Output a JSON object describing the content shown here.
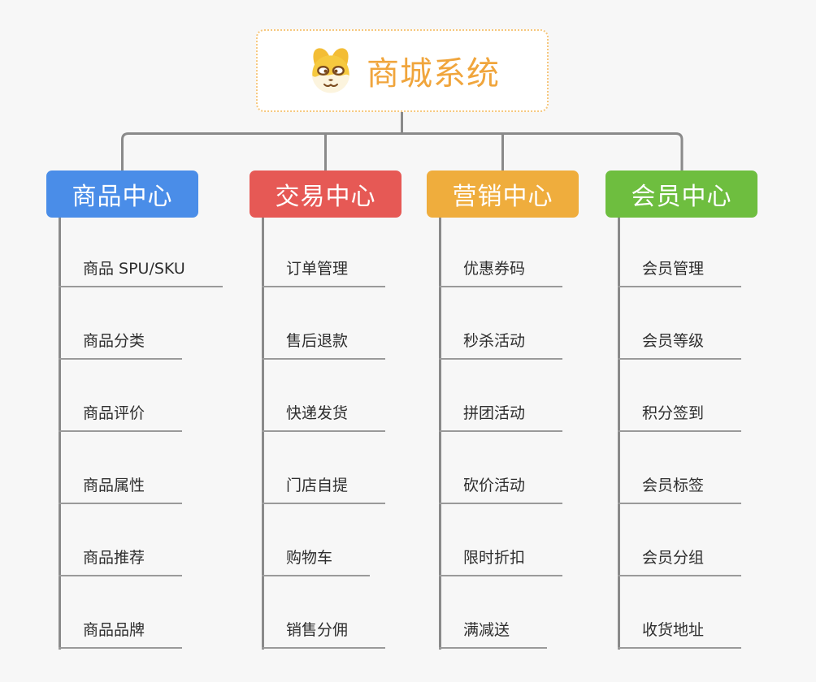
{
  "root": {
    "title": "商城系统",
    "title_color": "#f0a53c",
    "icon": "doge-icon"
  },
  "connector_color": "#8a8a8a",
  "columns": [
    {
      "title": "商品中心",
      "color": "#4a8de8",
      "items": [
        "商品 SPU/SKU",
        "商品分类",
        "商品评价",
        "商品属性",
        "商品推荐",
        "商品品牌"
      ]
    },
    {
      "title": "交易中心",
      "color": "#e65955",
      "items": [
        "订单管理",
        "售后退款",
        "快递发货",
        "门店自提",
        "购物车",
        "销售分佣"
      ]
    },
    {
      "title": "营销中心",
      "color": "#efad3d",
      "items": [
        "优惠券码",
        "秒杀活动",
        "拼团活动",
        "砍价活动",
        "限时折扣",
        "满减送"
      ]
    },
    {
      "title": "会员中心",
      "color": "#6ebe3f",
      "items": [
        "会员管理",
        "会员等级",
        "积分签到",
        "会员标签",
        "会员分组",
        "收货地址"
      ]
    }
  ]
}
